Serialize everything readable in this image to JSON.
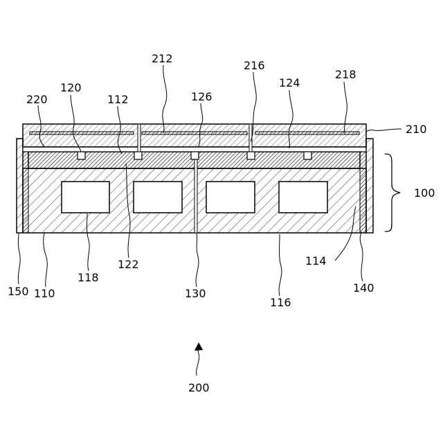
{
  "figure": {
    "labels": {
      "l220": "220",
      "l120": "120",
      "l112": "112",
      "l212": "212",
      "l126": "126",
      "l216": "216",
      "l124": "124",
      "l218": "218",
      "l210": "210",
      "l100": "100",
      "l114": "114",
      "l140": "140",
      "l116": "116",
      "l130": "130",
      "l122": "122",
      "l118": "118",
      "l150": "150",
      "l110": "110",
      "l200": "200"
    }
  }
}
